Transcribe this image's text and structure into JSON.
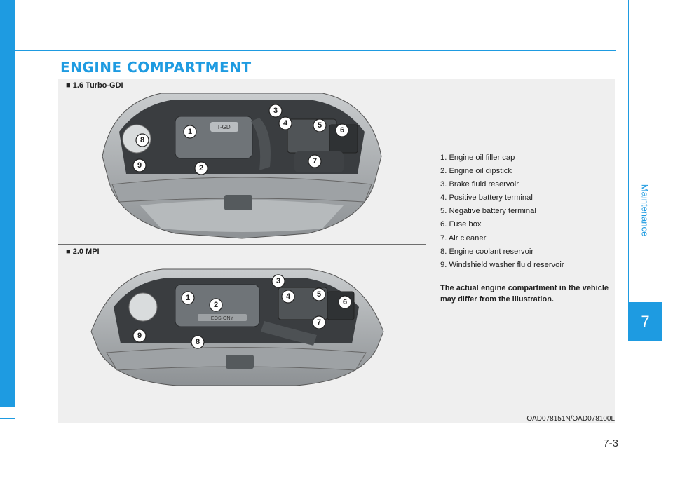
{
  "header": {
    "title": "ENGINE COMPARTMENT"
  },
  "sections": [
    {
      "label": "■ 1.6 Turbo-GDI"
    },
    {
      "label": "■ 2.0 MPI"
    }
  ],
  "legend": [
    "1. Engine oil filler cap",
    "2. Engine oil dipstick",
    "3. Brake fluid reservoir",
    "4. Positive battery terminal",
    "5. Negative battery terminal",
    "6. Fuse box",
    "7. Air cleaner",
    "8. Engine coolant reservoir",
    "9. Windshield washer fluid reservoir"
  ],
  "note": "The actual engine compartment in the vehicle may differ from the illustration.",
  "caption": "OAD078151N/OAD078100L",
  "side_tab": {
    "chapter": "7",
    "label": "Maintenance"
  },
  "page_number": "7-3",
  "callouts": {
    "top": [
      "1",
      "2",
      "3",
      "4",
      "5",
      "6",
      "7",
      "8",
      "9"
    ],
    "bottom": [
      "1",
      "2",
      "3",
      "4",
      "5",
      "6",
      "7",
      "8",
      "9"
    ]
  },
  "engine_text": {
    "top": "T-GDi",
    "bottom": "EOS·ONY"
  },
  "colors": {
    "accent": "#1e9be1"
  }
}
